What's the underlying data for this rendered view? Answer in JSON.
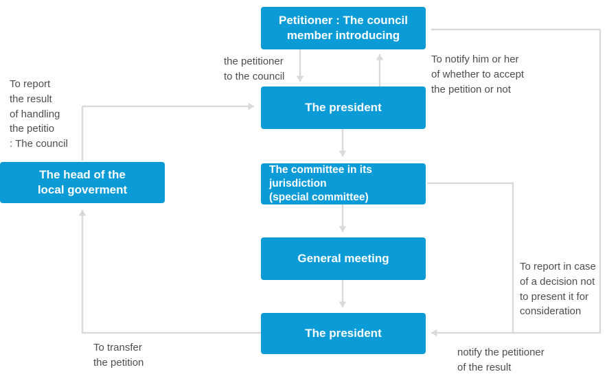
{
  "diagram": {
    "title": "Petition handling process flow",
    "colors": {
      "node_fill": "#0b9bd7",
      "node_text": "#ffffff",
      "connector": "#d9d9d9",
      "label_text": "#4d4d4d",
      "background": "#ffffff"
    },
    "nodes": [
      {
        "id": "petitioner",
        "label": "Petitioner : The council\nmember introducing"
      },
      {
        "id": "president_top",
        "label": "The president"
      },
      {
        "id": "committee",
        "label": "The committee in its jurisdiction\n(special committee)"
      },
      {
        "id": "general",
        "label": "General meeting"
      },
      {
        "id": "president_bot",
        "label": "The president"
      },
      {
        "id": "local_head",
        "label": "The head of the\nlocal goverment"
      }
    ],
    "edge_labels": [
      {
        "id": "petitioner-to-council",
        "text": "the petitioner\nto the council"
      },
      {
        "id": "notify-accept",
        "text": "To notify him or her\nof whether to accept\nthe petition or not"
      },
      {
        "id": "report-result",
        "text": "To report\nthe result\nof handling\nthe petitio\n: The council"
      },
      {
        "id": "report-no-consideration",
        "text": "To report in case\nof a decision not\nto present it for\nconsideration"
      },
      {
        "id": "transfer-petition",
        "text": "To transfer\nthe petition"
      },
      {
        "id": "notify-result",
        "text": "notify the petitioner\nof the result"
      }
    ]
  }
}
